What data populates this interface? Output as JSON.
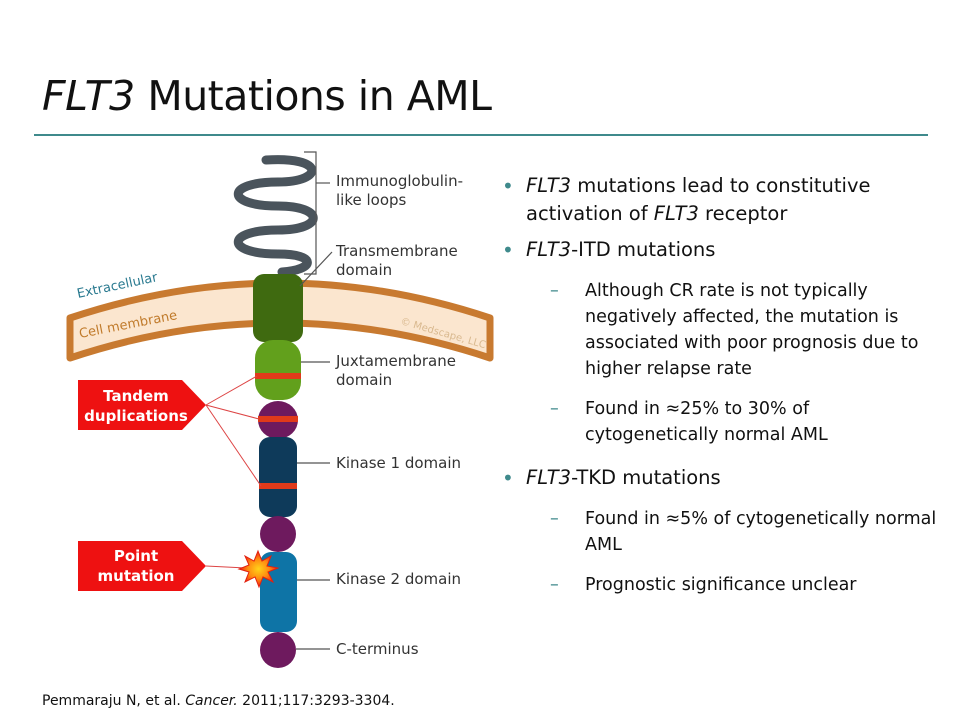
{
  "slide": {
    "title_italic": "FLT3",
    "title_rest": " Mutations in AML"
  },
  "diagram": {
    "labels": {
      "ig_line1": "Immunoglobulin-",
      "ig_line2": "like loops",
      "tm_line1": "Transmembrane",
      "tm_line2": "domain",
      "jm_line1": "Juxtamembrane",
      "jm_line2": "domain",
      "kinase1": "Kinase 1 domain",
      "kinase2": "Kinase 2 domain",
      "cterm": "C-terminus",
      "extracellular": "Extracellular",
      "cell_membrane": "Cell membrane",
      "watermark": "© Medscape, LLC"
    },
    "callouts": {
      "tandem_line1": "Tandem",
      "tandem_line2": "duplications",
      "point_line1": "Point",
      "point_line2": "mutation"
    },
    "colors": {
      "loops": "#4a545c",
      "transmembrane": "#3f6a10",
      "juxtamembrane": "#62a01c",
      "purple": "#6e1a5e",
      "kinase1": "#0e3a5a",
      "kinase2": "#0e74a6",
      "mutation_band": "#e03a1a",
      "callout": "#ee1111",
      "membrane_fill": "#fbe6cf",
      "membrane_edge": "#c87a30"
    }
  },
  "bullets": [
    {
      "parts": [
        {
          "text": "FLT3",
          "italic": true
        },
        {
          "text": " mutations lead to constitutive activation of ",
          "italic": false
        },
        {
          "text": "FLT3",
          "italic": true
        },
        {
          "text": " receptor",
          "italic": false
        }
      ],
      "sub": []
    },
    {
      "parts": [
        {
          "text": "FLT3",
          "italic": true
        },
        {
          "text": "-ITD mutations",
          "italic": false
        }
      ],
      "sub": [
        "Although CR rate is not typically negatively affected, the mutation is associated with poor prognosis due to higher relapse rate",
        "Found in ≈25% to 30% of cytogenetically normal AML"
      ]
    },
    {
      "parts": [
        {
          "text": "FLT3",
          "italic": true
        },
        {
          "text": "-TKD mutations",
          "italic": false
        }
      ],
      "sub": [
        "Found in ≈5% of cytogenetically normal AML",
        "Prognostic significance unclear"
      ]
    }
  ],
  "citation": {
    "authors": "Pemmaraju N, et al. ",
    "journal": "Cancer.",
    "details": " 2011;117:3293-3304."
  }
}
